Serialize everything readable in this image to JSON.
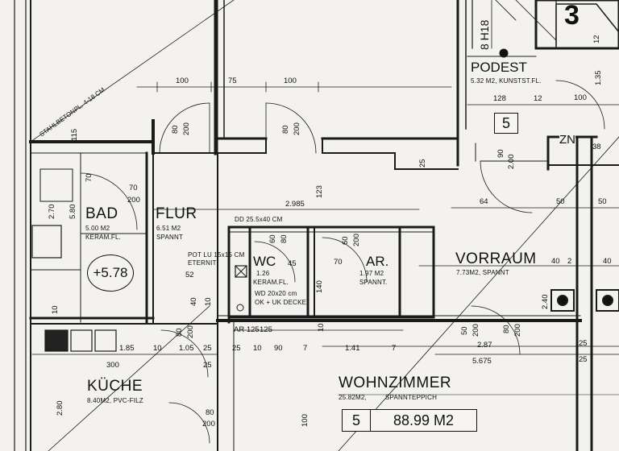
{
  "plan": {
    "rooms": {
      "bad": {
        "name": "BAD",
        "area": "5.00 M2",
        "floor": "KERAM.FL."
      },
      "flur": {
        "name": "FLUR",
        "area": "6.51 M2",
        "floor": "SPANNT"
      },
      "wc": {
        "name": "WC",
        "area": "1.26",
        "floor": "KERAM.FL."
      },
      "ar": {
        "name": "AR.",
        "area": "1.97 M2",
        "floor": "SPANNT."
      },
      "vorraum": {
        "name": "VORRAUM",
        "area": "7.73M2, SPANNT",
        "floor": ""
      },
      "kueche": {
        "name": "KÜCHE",
        "area": "8.40M2, PVC-FILZ",
        "floor": ""
      },
      "wohn": {
        "name": "WOHNZIMMER",
        "area": "25.82M2,",
        "floor": "SPANNTEPPICH"
      },
      "podest": {
        "name": "PODEST",
        "area": "5.32 M2, KUNSTST.FL.",
        "floor": ""
      }
    },
    "apartment": {
      "number": "5",
      "total_area": "88.99 M2"
    },
    "podest_badge": "5",
    "stair_number": "3",
    "stair_label": "8 H18",
    "bath_circle": "+5.78",
    "zn_label": "ZN",
    "zn_num": "38",
    "notes": {
      "stahlbeton": "STAHLBETONPL. 4-18 CM",
      "dd": "DD 25.5x40 CM",
      "pot": "POT LU 15x15 CM",
      "eternit": "ETERNIT",
      "wc_keram": "KERAM.FL.",
      "wd": "WD 20x20 cm",
      "ok": "OK + UK DECKE"
    },
    "dims": {
      "d100a": "100",
      "d75": "75",
      "d100b": "100",
      "d100c": "100",
      "d128": "128",
      "d12": "12",
      "d80a": "80",
      "d200a": "200",
      "d80b": "80",
      "d200b": "200",
      "d70": "70",
      "d70b": "70",
      "d200c": "200",
      "d2985": "2.985",
      "d123": "123",
      "d270": "2.70",
      "d580": "5.80",
      "d10a": "10",
      "d60": "60",
      "d80c": "80",
      "d45": "45",
      "d60b": "60",
      "d200d": "200",
      "d70c": "70",
      "d52": "52",
      "d40": "40",
      "d10b": "10",
      "d140": "140",
      "d10c": "10",
      "d125ar": "AR 125",
      "d125": "125",
      "d185": "1.85",
      "d10d": "10",
      "d105": "1.05",
      "d25a": "25",
      "d25b": "25",
      "d10e": "10",
      "d90": "90",
      "d7": "7",
      "d141": "1.41",
      "d7b": "7",
      "d300": "300",
      "d25c": "25",
      "d80d": "80",
      "d200e": "200",
      "d80e": "80",
      "d200f": "200",
      "d100d": "100",
      "d280": "2.80",
      "d80f": "80",
      "d200g": "200",
      "d50": "50",
      "d200h": "200",
      "d80g": "80",
      "d200i": "200",
      "d287": "2.87",
      "d5675": "5.675",
      "d90b": "90",
      "d200j": "2.00",
      "d64": "64",
      "d50b": "50",
      "d50c": "50",
      "d40b": "40",
      "d2": "2",
      "d135": "1.35",
      "d12b": "12",
      "d25d": "25",
      "d25e": "25",
      "d25f": "25",
      "d40c": "40",
      "d240": "2.40",
      "d115": "115"
    }
  }
}
